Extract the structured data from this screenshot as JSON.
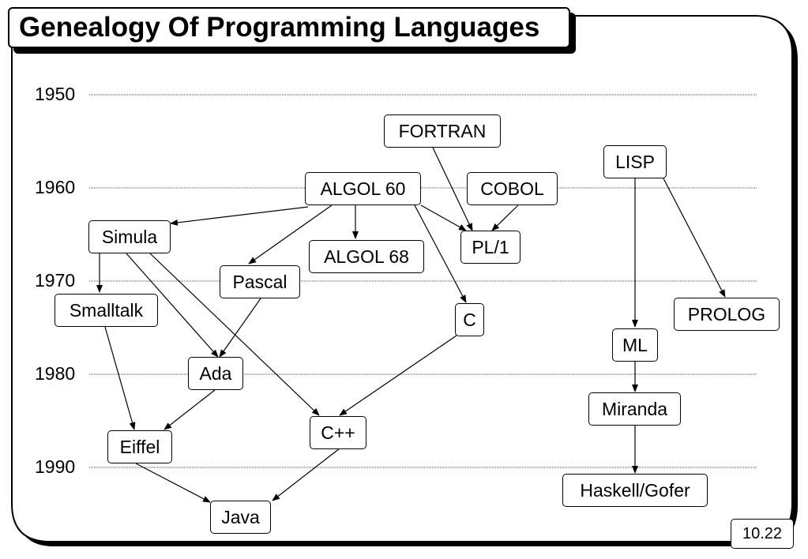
{
  "title": "Genealogy Of Programming Languages",
  "page_number": "10.22",
  "years": [
    {
      "id": "y1950",
      "label": "1950"
    },
    {
      "id": "y1960",
      "label": "1960"
    },
    {
      "id": "y1970",
      "label": "1970"
    },
    {
      "id": "y1980",
      "label": "1980"
    },
    {
      "id": "y1990",
      "label": "1990"
    }
  ],
  "nodes": [
    {
      "id": "fortran",
      "label": "FORTRAN"
    },
    {
      "id": "lisp",
      "label": "LISP"
    },
    {
      "id": "algol60",
      "label": "ALGOL 60"
    },
    {
      "id": "cobol",
      "label": "COBOL"
    },
    {
      "id": "simula",
      "label": "Simula"
    },
    {
      "id": "algol68",
      "label": "ALGOL 68"
    },
    {
      "id": "pl1",
      "label": "PL/1"
    },
    {
      "id": "pascal",
      "label": "Pascal"
    },
    {
      "id": "smalltalk",
      "label": "Smalltalk"
    },
    {
      "id": "c",
      "label": "C"
    },
    {
      "id": "prolog",
      "label": "PROLOG"
    },
    {
      "id": "ml",
      "label": "ML"
    },
    {
      "id": "ada",
      "label": "Ada"
    },
    {
      "id": "miranda",
      "label": "Miranda"
    },
    {
      "id": "cpp",
      "label": "C++"
    },
    {
      "id": "eiffel",
      "label": "Eiffel"
    },
    {
      "id": "haskell",
      "label": "Haskell/Gofer"
    },
    {
      "id": "java",
      "label": "Java"
    }
  ],
  "edges": [
    {
      "from": "fortran",
      "to": "pl1"
    },
    {
      "from": "cobol",
      "to": "pl1"
    },
    {
      "from": "algol60",
      "to": "pl1"
    },
    {
      "from": "algol60",
      "to": "simula"
    },
    {
      "from": "algol60",
      "to": "algol68"
    },
    {
      "from": "algol60",
      "to": "pascal"
    },
    {
      "from": "algol60",
      "to": "c"
    },
    {
      "from": "simula",
      "to": "smalltalk"
    },
    {
      "from": "simula",
      "to": "ada"
    },
    {
      "from": "simula",
      "to": "cpp"
    },
    {
      "from": "pascal",
      "to": "ada"
    },
    {
      "from": "smalltalk",
      "to": "eiffel"
    },
    {
      "from": "ada",
      "to": "eiffel"
    },
    {
      "from": "c",
      "to": "cpp"
    },
    {
      "from": "eiffel",
      "to": "java"
    },
    {
      "from": "cpp",
      "to": "java"
    },
    {
      "from": "lisp",
      "to": "ml"
    },
    {
      "from": "lisp",
      "to": "prolog"
    },
    {
      "from": "ml",
      "to": "miranda"
    },
    {
      "from": "miranda",
      "to": "haskell"
    }
  ]
}
